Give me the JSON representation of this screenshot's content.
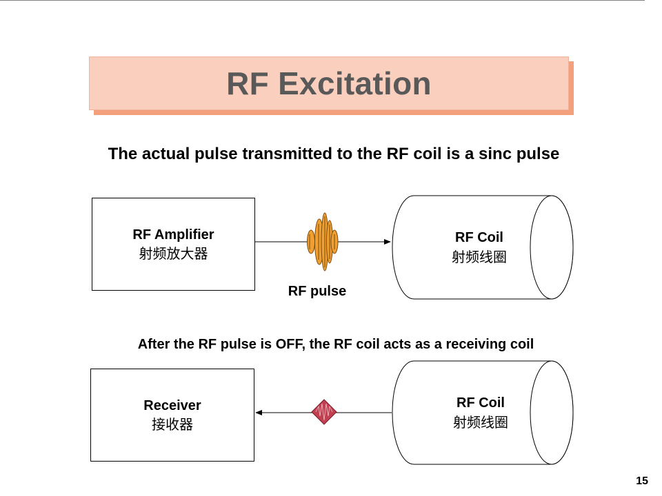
{
  "slide": {
    "title": "RF Excitation",
    "heading1": "The actual pulse transmitted to the RF coil is a sinc pulse",
    "heading2": "After the RF pulse is OFF, the RF coil acts as a receiving coil",
    "page_number": "15"
  },
  "diagram_top": {
    "amplifier": {
      "label": "RF Amplifier",
      "label_cn": "射频放大器"
    },
    "pulse_label": "RF pulse",
    "coil": {
      "label": "RF Coil",
      "label_cn": "射频线圈"
    }
  },
  "diagram_bottom": {
    "receiver": {
      "label": "Receiver",
      "label_cn": "接收器"
    },
    "coil": {
      "label": "RF Coil",
      "label_cn": "射频线圈"
    }
  },
  "colors": {
    "title_fill": "#fbcfbd",
    "title_shadow": "#f4a07c",
    "title_text": "#595959",
    "sinc_fill": "#f0a030",
    "signal_fill": "#c04050"
  }
}
